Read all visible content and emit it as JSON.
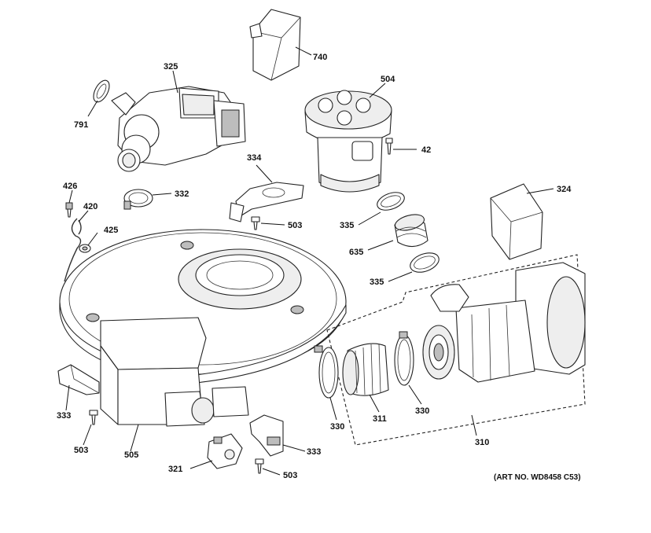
{
  "art_number": "(ART NO. WD8458 C53)",
  "callouts": {
    "p740": "740",
    "p325": "325",
    "p791": "791",
    "p504": "504",
    "p42": "42",
    "p334": "334",
    "p332": "332",
    "p426": "426",
    "p420": "420",
    "p425": "425",
    "p503a": "503",
    "p324": "324",
    "p335a": "335",
    "p635": "635",
    "p335b": "335",
    "p333a": "333",
    "p503b": "503",
    "p505": "505",
    "p321": "321",
    "p333b": "333",
    "p503c": "503",
    "p330a": "330",
    "p311": "311",
    "p330b": "330",
    "p310": "310"
  }
}
